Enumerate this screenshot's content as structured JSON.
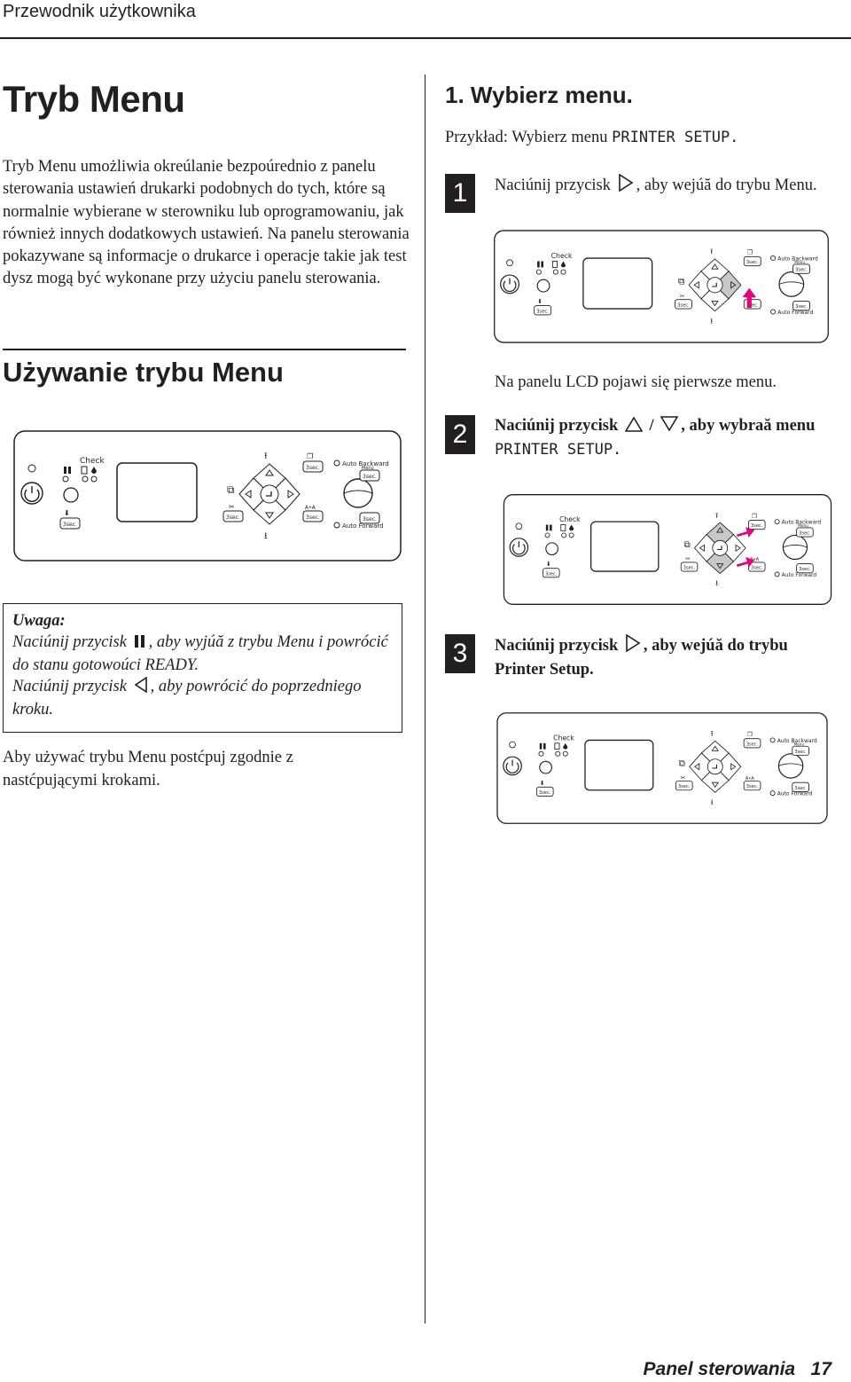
{
  "header": {
    "title": "Przewodnik użytkownika"
  },
  "left": {
    "title": "Tryb Menu",
    "intro": "Tryb Menu umożliwia okreúlanie bezpoúrednio z panelu sterowania ustawień drukarki podobnych do tych, które są normalnie wybierane w sterowniku lub oprogramowaniu, jak również innych dodatkowych ustawień. Na panelu sterowania pokazywane są informacje o drukarce i operacje takie jak test dysz mogą być wykonane przy użyciu panelu sterowania.",
    "section_title": "Używanie trybu Menu",
    "note": {
      "title": "Uwaga:",
      "line1_a": "Naciúnij przycisk ",
      "line1_b": ", aby wyjúă z trybu Menu i powrócić do stanu gotowoúci READY.",
      "line2_a": "Naciúnij przycisk ",
      "line2_b": ", aby powrócić do poprzedniego kroku."
    },
    "steps_intro": "Aby używać trybu Menu postćpuj zgodnie z nastćpującymi krokami."
  },
  "right": {
    "title": "1. Wybierz menu.",
    "example_prefix": "Przykład: Wybierz menu ",
    "example_menu": "PRINTER SETUP.",
    "step1": {
      "num": "1",
      "text_a": "Naciúnij przycisk ",
      "text_b": ", aby wejúă do trybu Menu.",
      "after": "Na panelu LCD pojawi się pierwsze menu."
    },
    "step2": {
      "num": "2",
      "text_a": "Naciúnij przycisk ",
      "text_sep": " / ",
      "text_b": ", aby wybraă menu",
      "menu": "PRINTER SETUP."
    },
    "step3": {
      "num": "3",
      "text_a": "Naciúnij przycisk ",
      "text_b": ", aby wejúă do trybu",
      "text_c": "Printer Setup."
    }
  },
  "panel_labels": {
    "check": "Check",
    "auto_backward": "Auto Backward",
    "auto_forward": "Auto Forward",
    "sec": "3sec.",
    "menu": "Menu"
  },
  "colors": {
    "text": "#231f20",
    "highlight": "#e5007e",
    "button_fill": "#c8c8c8"
  },
  "footer": {
    "section": "Panel sterowania",
    "page": "17"
  }
}
